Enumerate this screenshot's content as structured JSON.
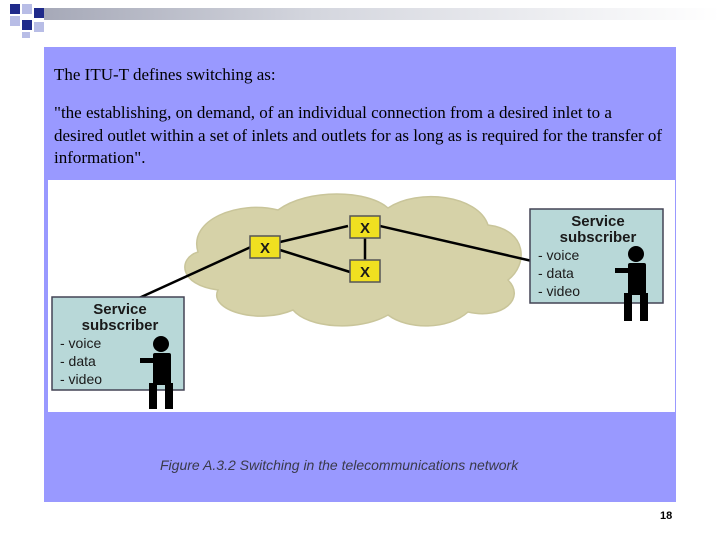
{
  "slide": {
    "intro": "The ITU-T defines switching as:",
    "quote": "\"the establishing, on demand, of an individual connection from a desired inlet to a desired outlet within a set of inlets and outlets for as long as is required for the transfer of information\".",
    "caption": "Figure A.3.2 Switching in the telecommunications network",
    "page_number": "18"
  },
  "diagram": {
    "switch_symbol": "X",
    "subscriber_left": {
      "title_line1": "Service",
      "title_line2": "subscriber",
      "items": [
        "- voice",
        "- data",
        "- video"
      ]
    },
    "subscriber_right": {
      "title_line1": "Service",
      "title_line2": "subscriber",
      "items": [
        "- voice",
        "- data",
        "- video"
      ]
    }
  },
  "colors": {
    "panel": "#9999ff",
    "cloud": "#d6d2a8",
    "switch": "#f0e020",
    "subscriber_box": "#b8d8d8",
    "bullet_navy": "#1f2a8a"
  }
}
